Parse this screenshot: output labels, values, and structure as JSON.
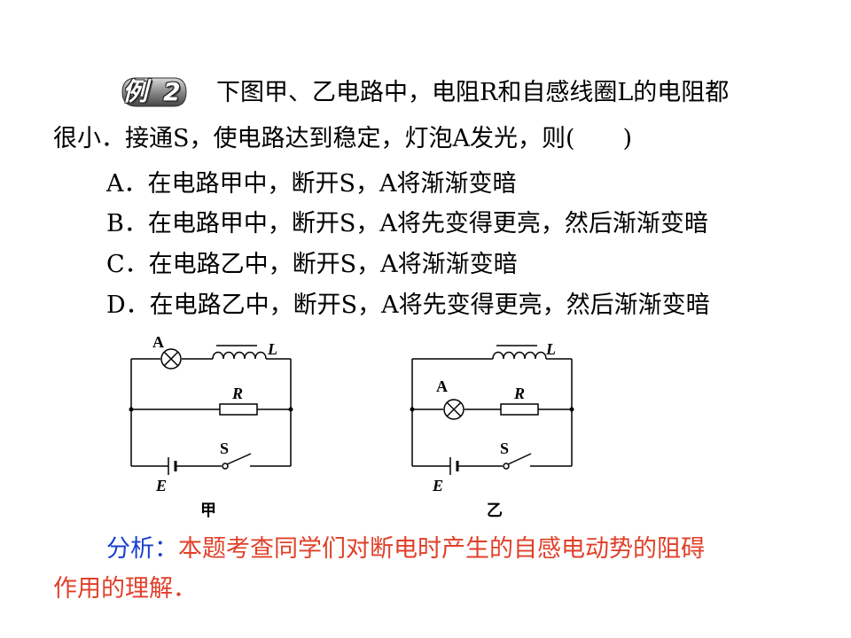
{
  "question": {
    "badge_label": "例 2",
    "stem_line1": "下图甲、乙电路中，电阻R和自感线圈L的电阻都",
    "stem_line2": "很小．接通S，使电路达到稳定，灯泡A发光，则(　　)",
    "options": [
      "A．在电路甲中，断开S，A将渐渐变暗",
      "B．在电路甲中，断开S，A将先变得更亮，然后渐渐变暗",
      "C．在电路乙中，断开S，A将渐渐变暗",
      "D．在电路乙中，断开S，A将先变得更亮，然后渐渐变暗"
    ]
  },
  "circuits": {
    "left": {
      "lamp": "A",
      "inductor": "L",
      "resistor": "R",
      "switch": "S",
      "battery": "E",
      "caption": "甲"
    },
    "right": {
      "lamp": "A",
      "inductor": "L",
      "resistor": "R",
      "switch": "S",
      "battery": "E",
      "caption": "乙"
    }
  },
  "analysis": {
    "label": "分析：",
    "line1": "本题考查同学们对断电时产生的自感电动势的阻碍",
    "line2": "作用的理解．"
  },
  "colors": {
    "analysis_text": "#e0402a",
    "analysis_label": "#1a3fd0"
  }
}
